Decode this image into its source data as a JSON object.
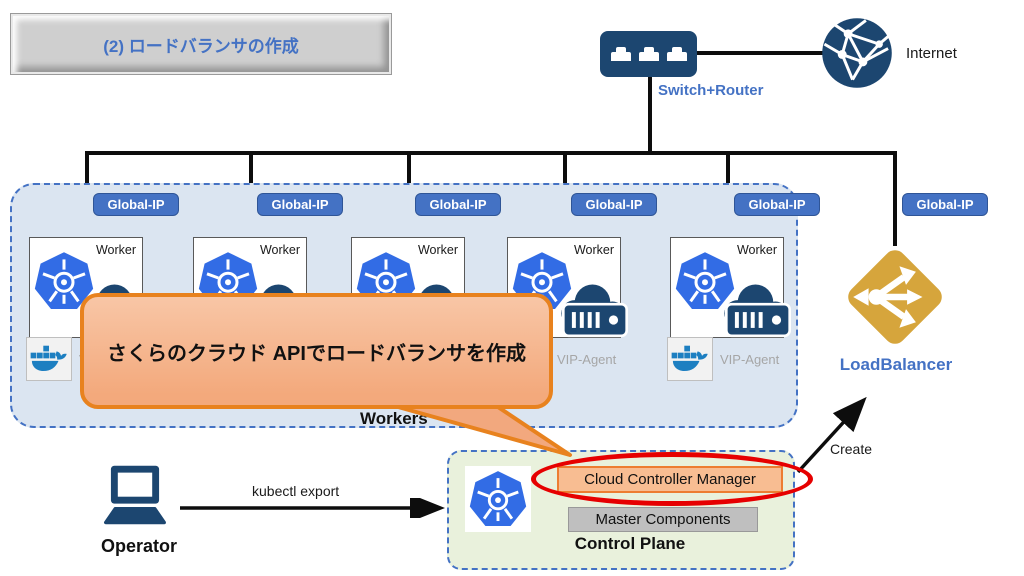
{
  "banner": {
    "title": "(2) ロードバランサの作成"
  },
  "network": {
    "switch_label": "Switch+Router",
    "internet_label": "Internet"
  },
  "workers": {
    "group_label": "Workers",
    "node_label": "Worker",
    "agent_label": "VIP-Agent",
    "global_ip_label": "Global-IP"
  },
  "callout": {
    "text": "さくらのクラウド APIでロードバランサを作成"
  },
  "load_balancer": {
    "label": "LoadBalancer",
    "global_ip_label": "Global-IP",
    "create_label": "Create"
  },
  "control_plane": {
    "title": "Control Plane",
    "cloud_controller_label": "Cloud Controller Manager",
    "master_components_label": "Master Components"
  },
  "operator": {
    "label": "Operator",
    "command_label": "kubectl export"
  },
  "colors": {
    "navy": "#1c4670",
    "k8s_blue": "#326ce5",
    "badge_blue": "#4472c4",
    "gold": "#d6a53c",
    "callout_orange": "#e8821e",
    "workers_bg": "#dbe5f1",
    "control_plane_bg": "#e9f1dc",
    "highlight_red": "#e60000"
  }
}
